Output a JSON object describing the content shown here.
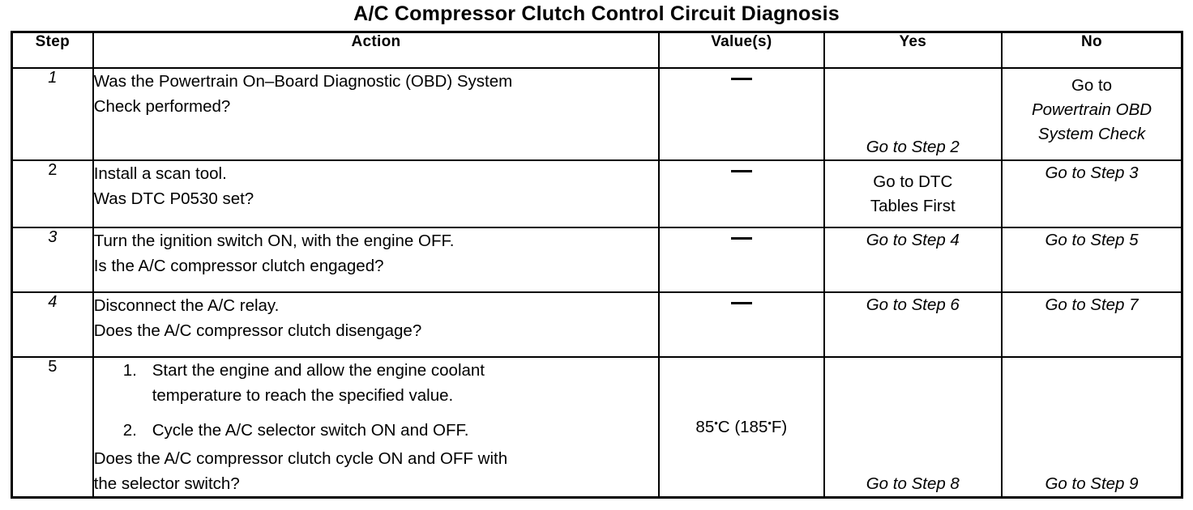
{
  "document": {
    "title": "A/C Compressor Clutch Control Circuit Diagnosis"
  },
  "table": {
    "headers": {
      "step": "Step",
      "action": "Action",
      "value": "Value(s)",
      "yes": "Yes",
      "no": "No"
    },
    "rows": [
      {
        "step": "1",
        "action_lines": [
          "Was the Powertrain On–Board Diagnostic (OBD) System",
          "Check performed?"
        ],
        "value": "—",
        "yes_lines": [
          "Go to Step 2"
        ],
        "no_lines": [
          "Go to",
          "Powertrain OBD",
          "System Check"
        ]
      },
      {
        "step": "2",
        "action_lines": [
          "Install a scan tool.",
          "Was DTC P0530 set?"
        ],
        "value": "—",
        "yes_lines": [
          "Go to DTC",
          "Tables First"
        ],
        "no_lines": [
          "Go to Step 3"
        ]
      },
      {
        "step": "3",
        "action_lines": [
          "Turn the ignition switch ON, with the engine OFF.",
          "Is the A/C compressor clutch engaged?"
        ],
        "value": "—",
        "yes_lines": [
          "Go to Step 4"
        ],
        "no_lines": [
          "Go to Step 5"
        ]
      },
      {
        "step": "4",
        "action_lines": [
          "Disconnect the A/C relay.",
          "Does the A/C compressor clutch disengage?"
        ],
        "value": "—",
        "yes_lines": [
          "Go to Step 6"
        ],
        "no_lines": [
          "Go to Step 7"
        ]
      },
      {
        "step": "5",
        "numbered": [
          {
            "num": "1.",
            "text_lines": [
              "Start the engine and allow the engine coolant",
              "temperature to reach the specified value."
            ]
          },
          {
            "num": "2.",
            "text_lines": [
              "Cycle the A/C selector switch ON and OFF."
            ]
          }
        ],
        "action_lines": [
          "Does the A/C compressor clutch cycle ON and OFF with",
          "the selector switch?"
        ],
        "value_number_c": "85",
        "value_unit_c": "C",
        "value_number_f": "(185",
        "value_unit_f": "F)",
        "yes_lines": [
          "Go to Step 8"
        ],
        "no_lines": [
          "Go to Step 9"
        ]
      }
    ]
  }
}
